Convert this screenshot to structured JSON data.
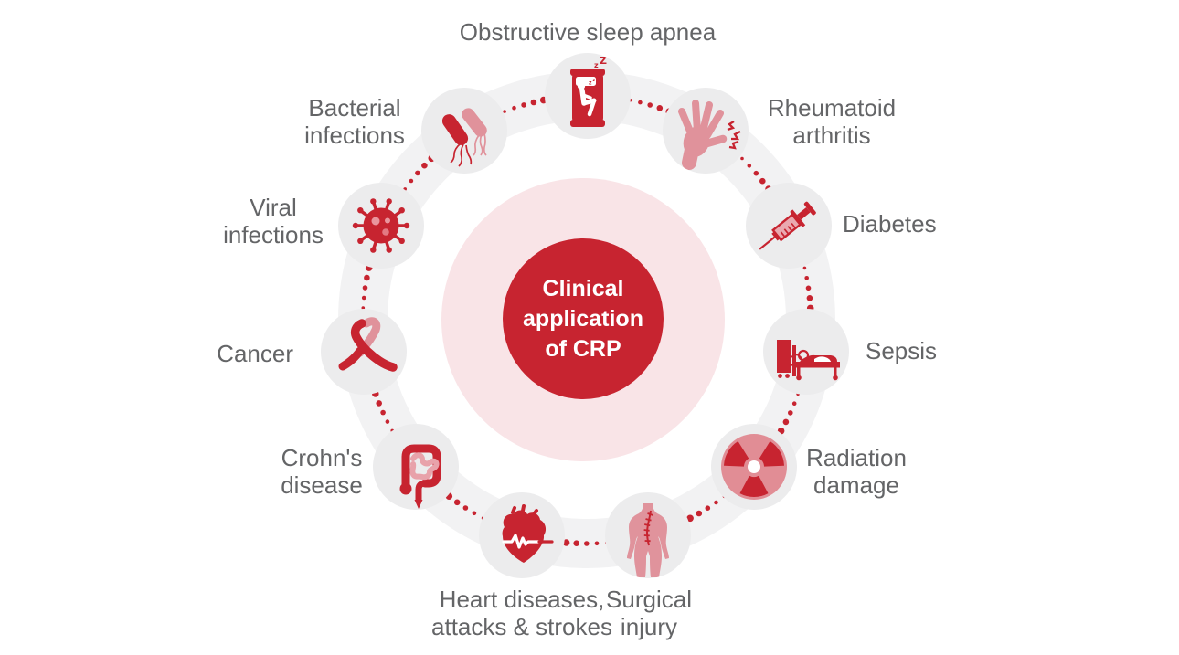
{
  "center": {
    "label": "Clinical\napplication\nof CRP"
  },
  "colors": {
    "red": "#c72430",
    "pink": "#e0929b",
    "light_pink": "#f9e4e7",
    "circle_gray": "#ececed",
    "band_gray": "#f2f2f3",
    "text_gray": "#646567"
  },
  "items": [
    {
      "label": "Obstructive sleep apnea",
      "icon": "sleeping-person-icon"
    },
    {
      "label": "Rheumatoid\narthritis",
      "icon": "hand-pain-icon"
    },
    {
      "label": "Diabetes",
      "icon": "syringe-icon"
    },
    {
      "label": "Sepsis",
      "icon": "patient-bed-icon"
    },
    {
      "label": "Radiation\ndamage",
      "icon": "radiation-icon"
    },
    {
      "label": "Surgical\ninjury",
      "icon": "body-scar-icon"
    },
    {
      "label": "Heart diseases,\nattacks & strokes",
      "icon": "heart-ecg-icon"
    },
    {
      "label": "Crohn's\ndisease",
      "icon": "intestine-icon"
    },
    {
      "label": "Cancer",
      "icon": "awareness-ribbon-icon"
    },
    {
      "label": "Viral\ninfections",
      "icon": "virus-icon"
    },
    {
      "label": "Bacterial\ninfections",
      "icon": "bacteria-icon"
    }
  ],
  "ring": {
    "items_count": 11,
    "dots_per_gap": 5
  }
}
